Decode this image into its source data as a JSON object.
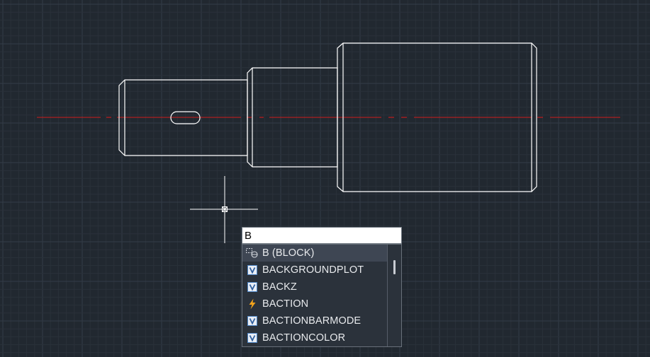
{
  "command_line": {
    "value": "B",
    "placeholder": ""
  },
  "autocomplete": {
    "items": [
      {
        "label": "B (BLOCK)",
        "icon": "block-icon",
        "selected": true
      },
      {
        "label": "BACKGROUNDPLOT",
        "icon": "variable-icon",
        "selected": false
      },
      {
        "label": "BACKZ",
        "icon": "variable-icon",
        "selected": false
      },
      {
        "label": "BACTION",
        "icon": "lightning-icon",
        "selected": false
      },
      {
        "label": "BACTIONBARMODE",
        "icon": "variable-icon",
        "selected": false
      },
      {
        "label": "BACTIONCOLOR",
        "icon": "variable-icon",
        "selected": false
      }
    ]
  },
  "colors": {
    "background": "#212830",
    "grid_minor": "#2a313a",
    "grid_major": "#343c47",
    "geometry": "#ffffff",
    "centerline": "#d11b1b",
    "cursor": "#ffffff",
    "variable_icon": "#4f86c6",
    "lightning_icon": "#f2a31c"
  }
}
